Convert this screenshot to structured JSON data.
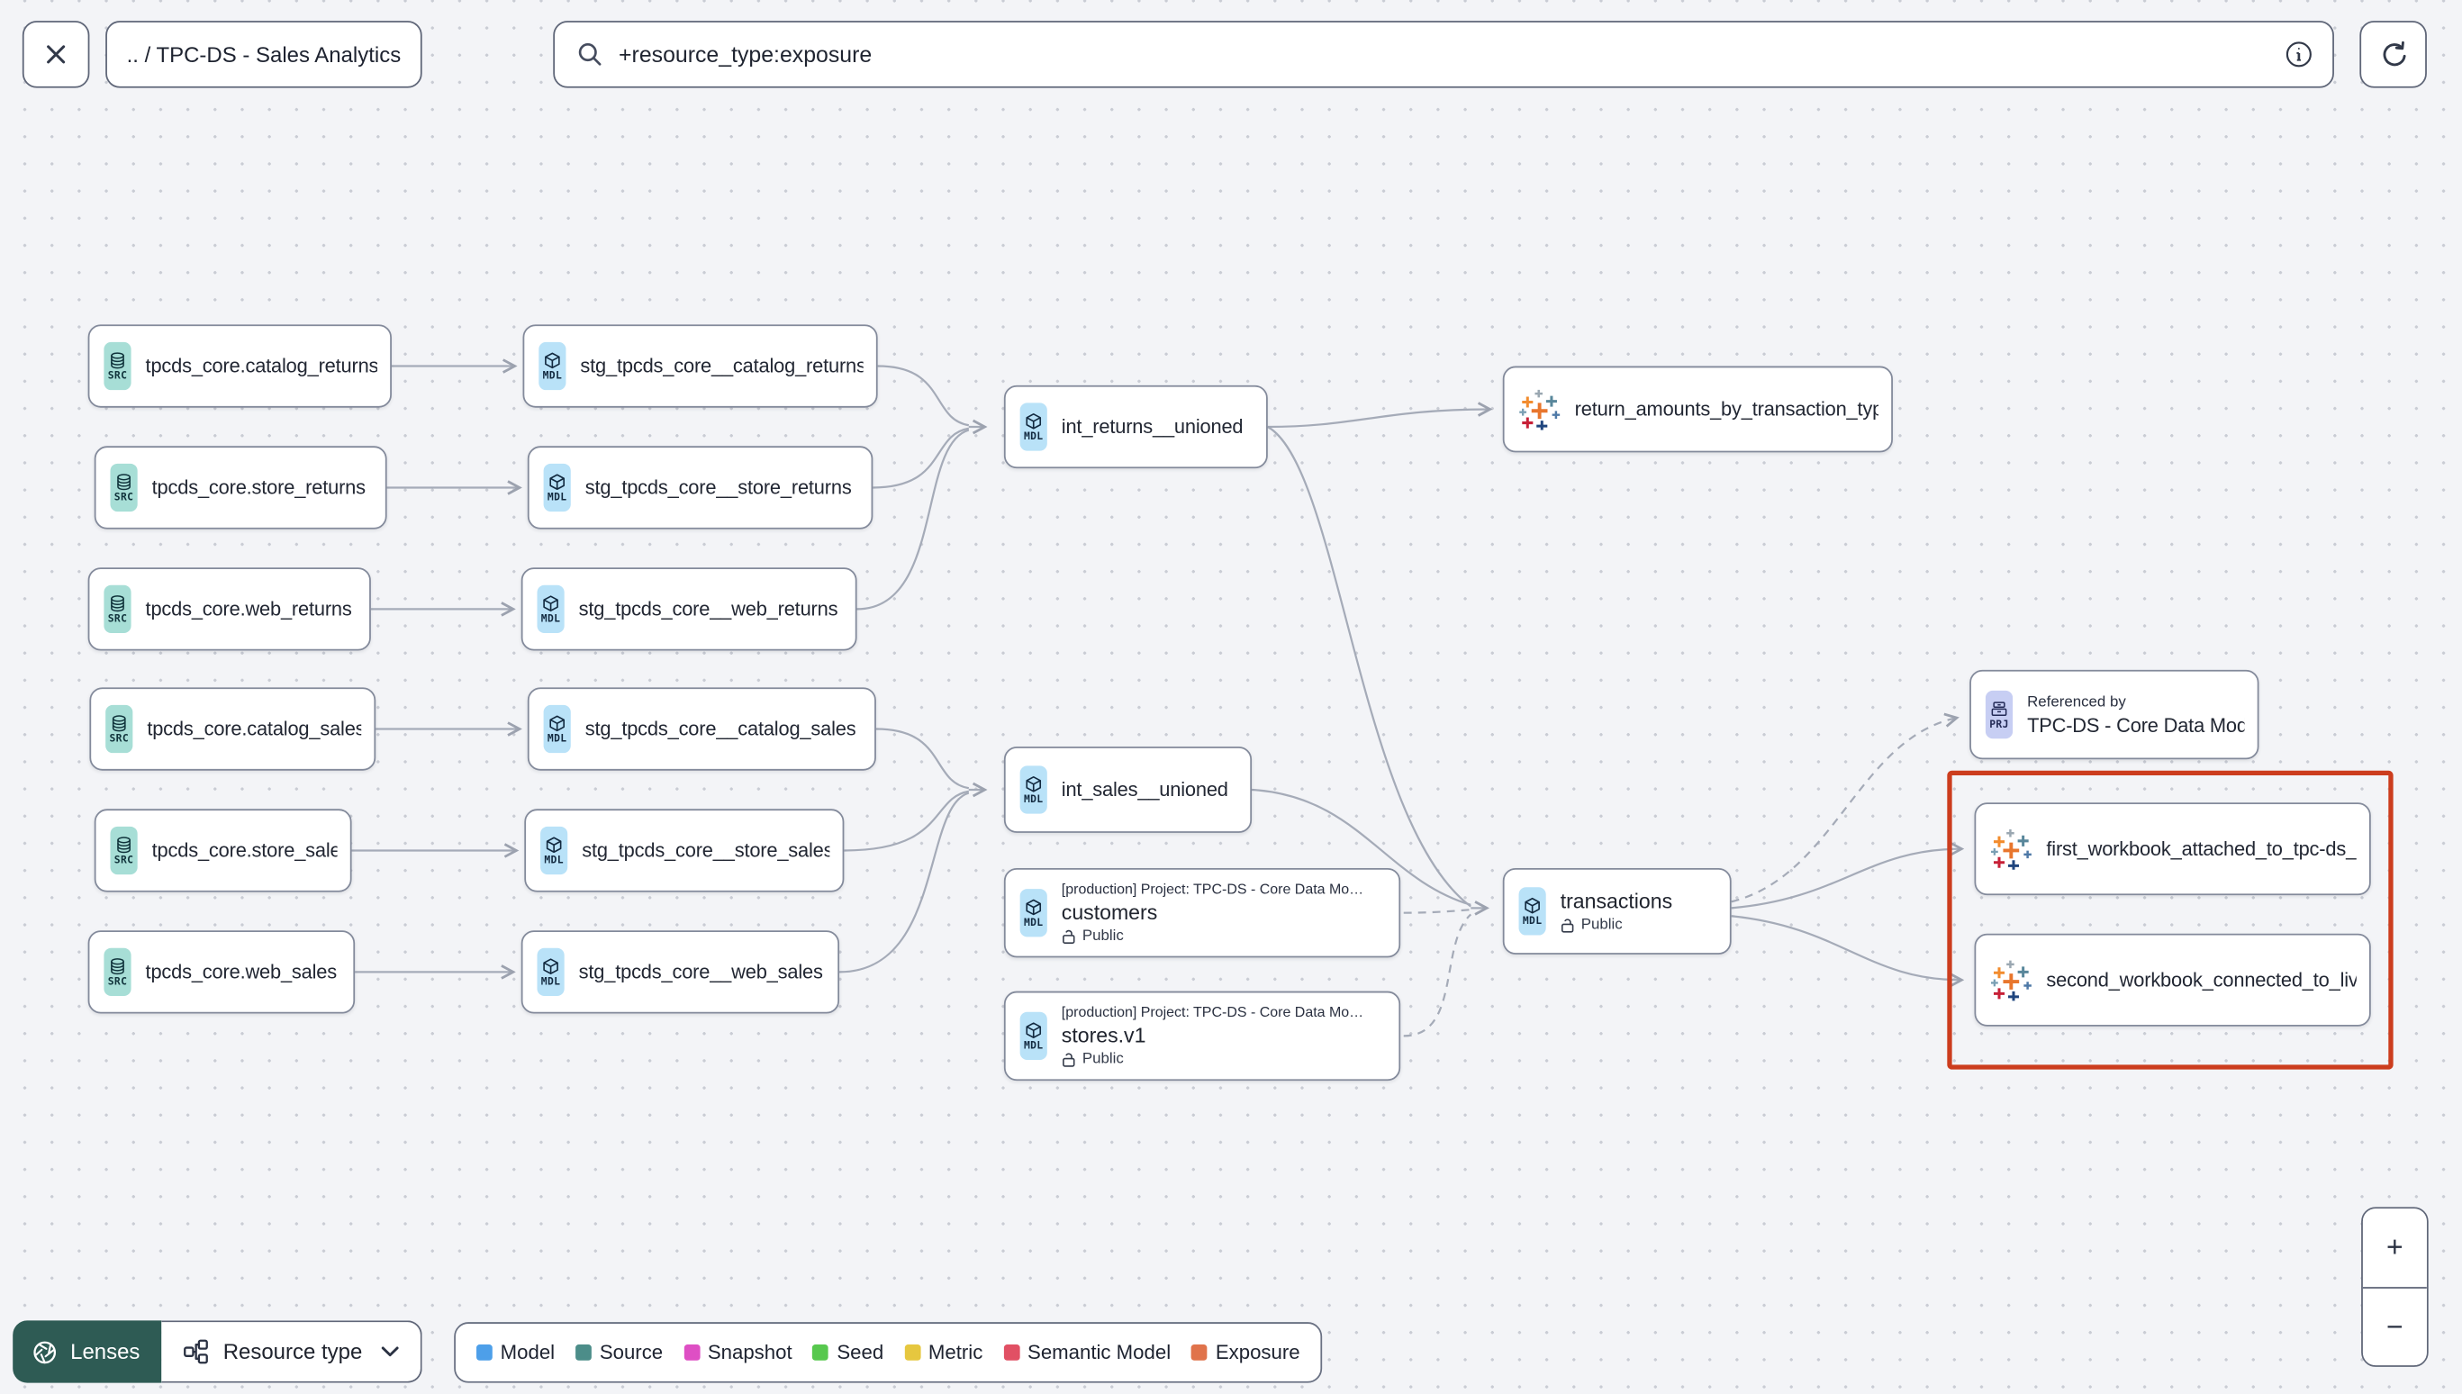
{
  "topbar": {
    "breadcrumb": ".. / TPC-DS - Sales Analytics",
    "search_value": "+resource_type:exposure"
  },
  "badges": {
    "source": "SRC",
    "model": "MDL",
    "project": "PRJ"
  },
  "graph": {
    "sources": [
      "tpcds_core.catalog_returns",
      "tpcds_core.store_returns",
      "tpcds_core.web_returns",
      "tpcds_core.catalog_sales",
      "tpcds_core.store_sales",
      "tpcds_core.web_sales"
    ],
    "staging": [
      "stg_tpcds_core__catalog_returns",
      "stg_tpcds_core__store_returns",
      "stg_tpcds_core__web_returns",
      "stg_tpcds_core__catalog_sales",
      "stg_tpcds_core__store_sales",
      "stg_tpcds_core__web_sales"
    ],
    "int_returns": "int_returns__unioned",
    "int_sales": "int_sales__unioned",
    "exposure_top": "return_amounts_by_transaction_type",
    "customers": {
      "project": "[production] Project: TPC-DS - Core Data Mo…",
      "name": "customers",
      "access": "Public"
    },
    "stores": {
      "project": "[production] Project: TPC-DS - Core Data Mo…",
      "name": "stores.v1",
      "access": "Public"
    },
    "transactions": {
      "name": "transactions",
      "access": "Public"
    },
    "referenced_by": {
      "label": "Referenced by",
      "name": "TPC-DS - Core Data Models"
    },
    "workbooks": [
      "first_workbook_attached_to_tpc-ds_-_…",
      "second_workbook_connected_to_live…"
    ]
  },
  "footer": {
    "lenses": "Lenses",
    "resource_type": "Resource type",
    "legend": {
      "items": [
        {
          "label": "Model",
          "color": "#4D9FE9"
        },
        {
          "label": "Source",
          "color": "#4C8D89"
        },
        {
          "label": "Snapshot",
          "color": "#DE4FC4"
        },
        {
          "label": "Seed",
          "color": "#57C84E"
        },
        {
          "label": "Metric",
          "color": "#E6C73F"
        },
        {
          "label": "Semantic Model",
          "color": "#E15064"
        },
        {
          "label": "Exposure",
          "color": "#E0734B"
        }
      ]
    }
  },
  "zoom": {
    "in": "+",
    "out": "−"
  },
  "colors": {
    "highlight": "#CC3D1E",
    "lenses_bg": "#2E5B54"
  }
}
